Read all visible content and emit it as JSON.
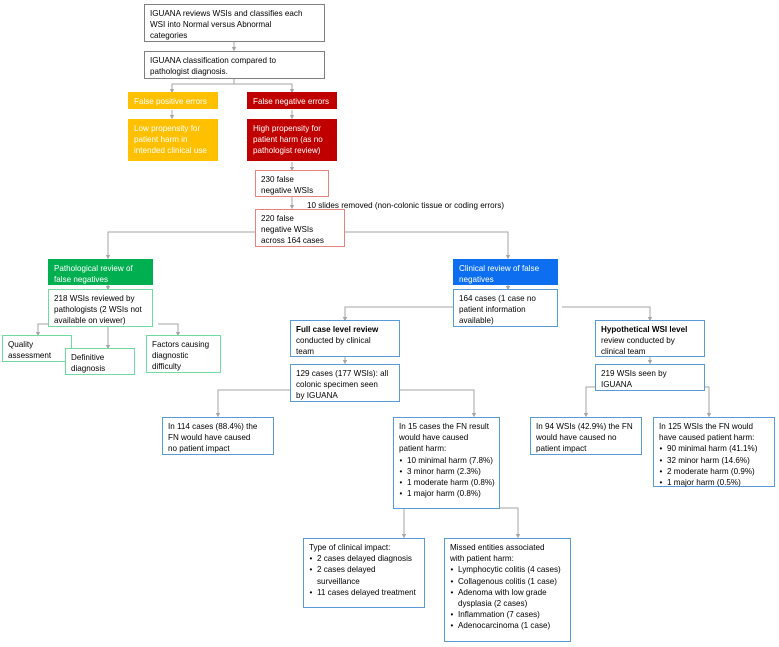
{
  "diagram": {
    "title": "IGUANA false negative review flowchart",
    "colors": {
      "orange": "#FFC000",
      "red": "#C00000",
      "red_outline": "#E8827F",
      "green": "#00B050",
      "green_outline": "#6FDBA0",
      "blue": "#0D6FF0",
      "blue_outline": "#5B9BD5",
      "grey_outline": "#7F7F7F",
      "connector": "#A6A6A6"
    },
    "annotations": {
      "slides_removed": "10 slides removed (non-colonic tissue or coding errors)"
    },
    "nodes": {
      "iguana_reviews": {
        "lines": [
          "IGUANA reviews WSIs and classifies each",
          "WSI into Normal versus Abnormal",
          "categories"
        ]
      },
      "iguana_compared": {
        "lines": [
          "IGUANA classification compared to",
          "pathologist diagnosis."
        ]
      },
      "false_positive_errors": {
        "lines": [
          "False positive errors"
        ]
      },
      "false_negative_errors": {
        "lines": [
          "False negative errors"
        ]
      },
      "low_propensity": {
        "lines": [
          "Low propensity for",
          "patient harm in",
          "intended clinical use"
        ]
      },
      "high_propensity": {
        "lines": [
          "High propensity for",
          "patient harm (as no",
          "pathologist review)"
        ]
      },
      "fn_230": {
        "lines": [
          "230 false",
          "negative WSIs"
        ]
      },
      "fn_220": {
        "lines": [
          "220 false",
          "negative WSIs",
          "across 164 cases"
        ]
      },
      "path_review": {
        "lines": [
          "Pathological review of",
          "false negatives"
        ]
      },
      "clinical_review": {
        "lines": [
          "Clinical review of false",
          "negatives"
        ]
      },
      "wsi_218": {
        "lines": [
          "218 WSIs reviewed by",
          "pathologists (2 WSIs not",
          "available on viewer)"
        ]
      },
      "quality_assessment": {
        "lines": [
          "Quality",
          "assessment"
        ]
      },
      "definitive_diagnosis": {
        "lines": [
          "Definitive",
          "diagnosis"
        ]
      },
      "factors_difficulty": {
        "lines": [
          "Factors causing",
          "diagnostic",
          "difficulty"
        ]
      },
      "cases_164": {
        "lines": [
          "164 cases (1 case no",
          "patient information",
          "available)"
        ]
      },
      "full_case_review": {
        "bold_first": "Full case level review",
        "lines": [
          "conducted by clinical",
          "team"
        ]
      },
      "hypothetical_wsi": {
        "bold_first": "Hypothetical WSI level",
        "lines": [
          "review conducted by",
          "clinical team"
        ]
      },
      "cases_129": {
        "lines": [
          "129 cases (177 WSIs): all",
          "colonic specimen seen",
          "by IGUANA"
        ]
      },
      "wsi_219": {
        "lines": [
          "219 WSIs seen by",
          "IGUANA"
        ]
      },
      "cases_114": {
        "lines": [
          "In 114 cases (88.4%) the",
          "FN would have caused",
          "no patient impact"
        ]
      },
      "cases_15_harm": {
        "lines": [
          "In 15 cases the FN result",
          "would have caused",
          "patient harm:"
        ],
        "bullets": [
          "10 minimal harm (7.8%)",
          "3 minor harm (2.3%)",
          "1 moderate harm (0.8%)",
          "1 major harm (0.8%)"
        ]
      },
      "wsi_94": {
        "lines": [
          "In 94 WSIs (42.9%) the FN",
          "would have caused no",
          "patient impact"
        ]
      },
      "wsi_125_harm": {
        "lines": [
          "In 125 WSIs the FN would",
          "have caused patient harm:"
        ],
        "bullets": [
          "90 minimal harm (41.1%)",
          "32 minor harm (14.6%)",
          "2 moderate harm (0.9%)",
          "1 major harm (0.5%)"
        ]
      },
      "clinical_impact": {
        "lines": [
          "Type of clinical impact:"
        ],
        "bullets": [
          "2 cases delayed diagnosis",
          "2 cases delayed surveillance",
          "11 cases delayed treatment"
        ]
      },
      "missed_entities": {
        "lines": [
          "Missed entities associated",
          "with patient harm:"
        ],
        "bullets": [
          "Lymphocytic colitis (4 cases)",
          "Collagenous colitis (1 case)",
          "Adenoma with low grade dysplasia (2 cases)",
          "Inflammation (7 cases)",
          "Adenocarcinoma (1 case)"
        ]
      }
    }
  }
}
